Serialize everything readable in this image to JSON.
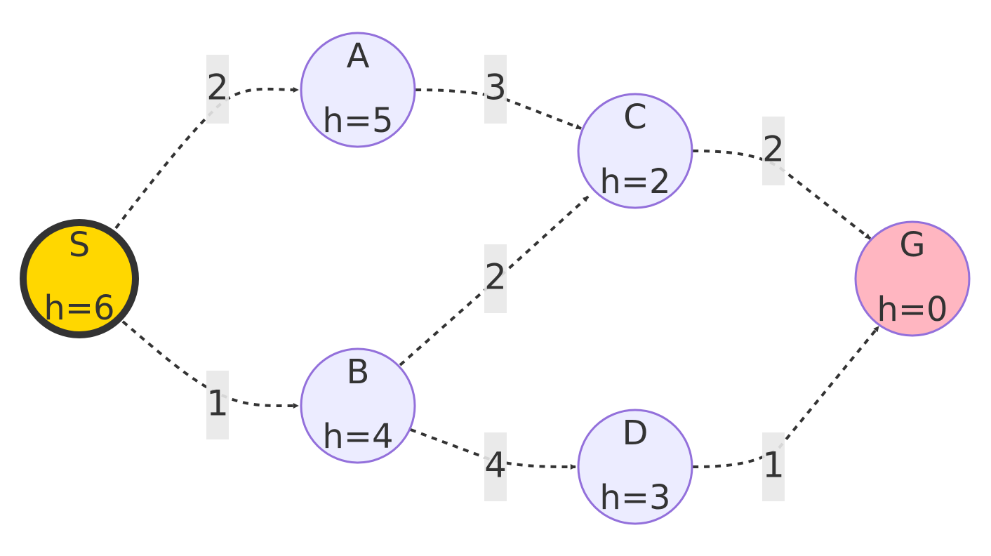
{
  "nodes": {
    "S": {
      "name": "S",
      "h": "h=6",
      "fill": "#FFD700",
      "stroke": "#333333"
    },
    "A": {
      "name": "A",
      "h": "h=5",
      "fill": "#ECECFF",
      "stroke": "#9370DB"
    },
    "B": {
      "name": "B",
      "h": "h=4",
      "fill": "#ECECFF",
      "stroke": "#9370DB"
    },
    "C": {
      "name": "C",
      "h": "h=2",
      "fill": "#ECECFF",
      "stroke": "#9370DB"
    },
    "D": {
      "name": "D",
      "h": "h=3",
      "fill": "#ECECFF",
      "stroke": "#9370DB"
    },
    "G": {
      "name": "G",
      "h": "h=0",
      "fill": "#FFB6C1",
      "stroke": "#9370DB"
    }
  },
  "edges": {
    "S_A": {
      "from": "S",
      "to": "A",
      "label": "2"
    },
    "A_C": {
      "from": "A",
      "to": "C",
      "label": "3"
    },
    "C_G": {
      "from": "C",
      "to": "G",
      "label": "2"
    },
    "S_B": {
      "from": "S",
      "to": "B",
      "label": "1"
    },
    "B_C": {
      "from": "B",
      "to": "C",
      "label": "2"
    },
    "B_D": {
      "from": "B",
      "to": "D",
      "label": "4"
    },
    "D_G": {
      "from": "D",
      "to": "G",
      "label": "1"
    }
  }
}
